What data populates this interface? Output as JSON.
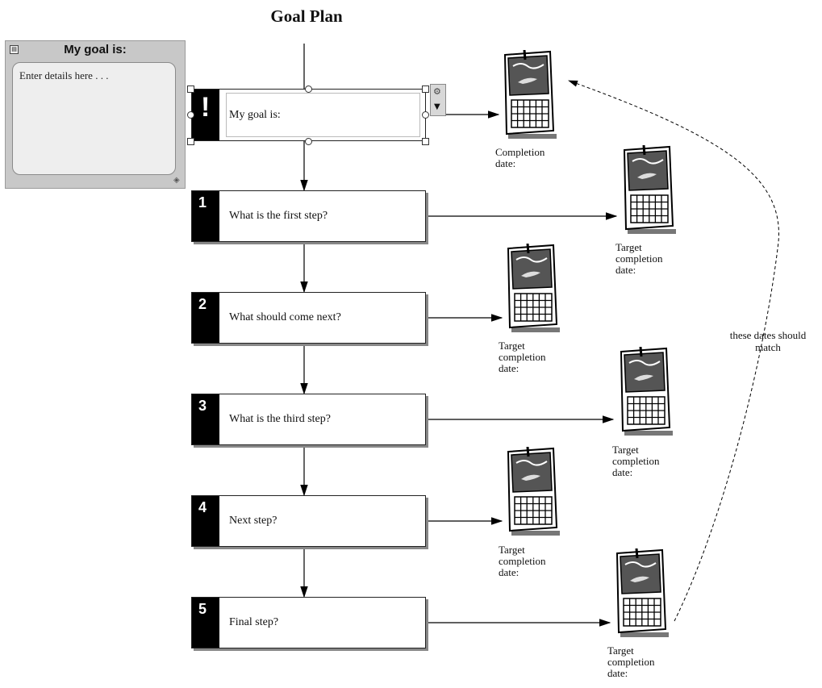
{
  "title": "Goal Plan",
  "note": {
    "header": "My goal is:",
    "placeholder": "Enter details here . . ."
  },
  "goal_box": {
    "marker": "!",
    "label": "My goal is:"
  },
  "steps": [
    {
      "number": "1",
      "label": "What is the first step?"
    },
    {
      "number": "2",
      "label": "What should come next?"
    },
    {
      "number": "3",
      "label": "What is the third step?"
    },
    {
      "number": "4",
      "label": "Next step?"
    },
    {
      "number": "5",
      "label": "Final step?"
    }
  ],
  "calendar_labels": {
    "goal": [
      "Completion",
      "date:"
    ],
    "step": [
      "Target",
      "completion",
      "date:"
    ]
  },
  "annotation": [
    "these dates should",
    "match"
  ],
  "icons": {
    "calendar": "calendar-icon",
    "menu": "note-menu-icon",
    "resize": "resize-grip-icon",
    "options": "smart-tag-icon"
  }
}
